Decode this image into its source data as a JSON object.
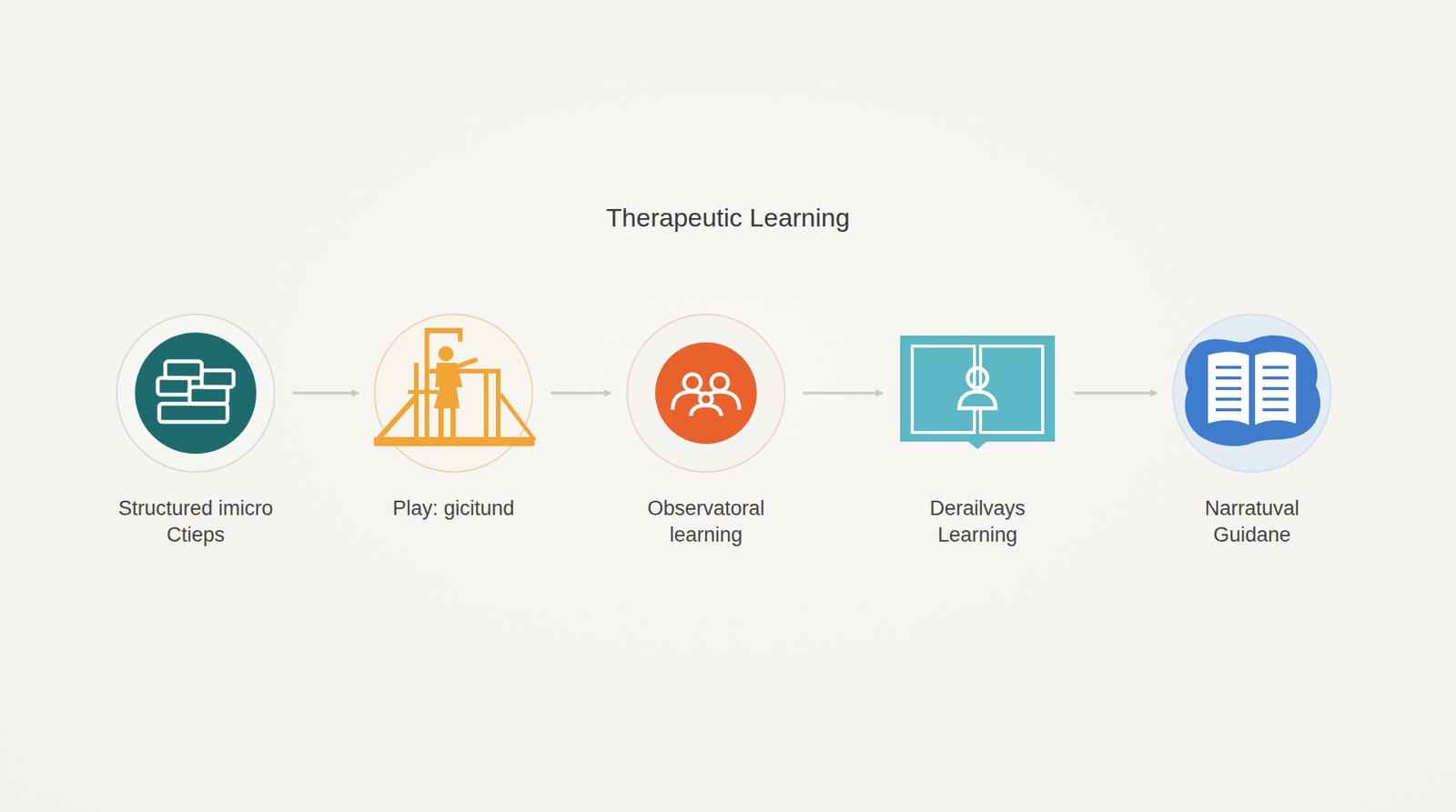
{
  "diagram": {
    "title": "Therapeutic Learning",
    "nodes": [
      {
        "text": [
          "Structured imicro Ctieps"
        ]
      },
      {
        "text": [
          "Play: gicitund"
        ]
      },
      {
        "text": [
          "Observatoral learning"
        ]
      },
      {
        "text": [
          "Derailvays Learning"
        ]
      },
      {
        "text": [
          "Narratuval Guidane"
        ]
      }
    ],
    "edges": [
      {
        "from": 0,
        "to": 1,
        "arrow": "to"
      },
      {
        "from": 1,
        "to": 2,
        "arrow": "to"
      },
      {
        "from": 2,
        "to": 3,
        "arrow": "to"
      },
      {
        "from": 3,
        "to": 4,
        "arrow": "to"
      }
    ]
  }
}
